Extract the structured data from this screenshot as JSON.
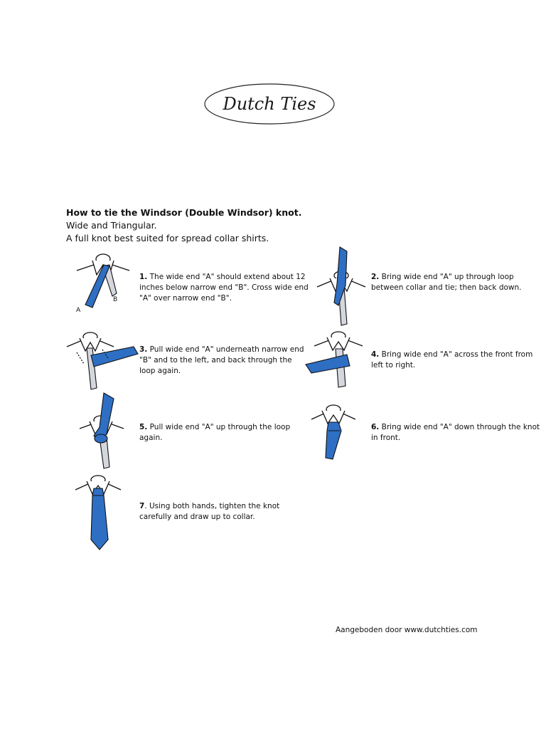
{
  "logo": {
    "text": "Dutch Ties"
  },
  "intro": {
    "heading": "How to tie the Windsor (Double Windsor) knot.",
    "line1": "Wide and Triangular.",
    "line2": "A full knot best suited for spread collar shirts."
  },
  "steps": [
    {
      "number": "1.",
      "text": "The wide end \"A\" should extend about 12 inches below narrow end \"B\". Cross wide end \"A\" over narrow end \"B\".",
      "label_a": "A",
      "label_b": "B"
    },
    {
      "number": "2.",
      "text": "Bring wide end \"A\" up through loop between collar and tie; then back down."
    },
    {
      "number": "3.",
      "text": "Pull wide end \"A\" underneath narrow end \"B\" and to the left, and back through the loop again."
    },
    {
      "number": "4.",
      "text": "Bring wide end \"A\" across the front from left to right."
    },
    {
      "number": "5.",
      "text": "Pull wide end \"A\" up through the loop again."
    },
    {
      "number": "6.",
      "text": "Bring wide end \"A\" down through the knot in front."
    },
    {
      "number": "7",
      "text": ". Using both hands, tighten the knot carefully and draw up to collar."
    }
  ],
  "footer": "Aangeboden door www.dutchties.com",
  "colors": {
    "tie_blue": "#2e6fc4",
    "tie_grey": "#d4d8de",
    "outline": "#111111"
  }
}
